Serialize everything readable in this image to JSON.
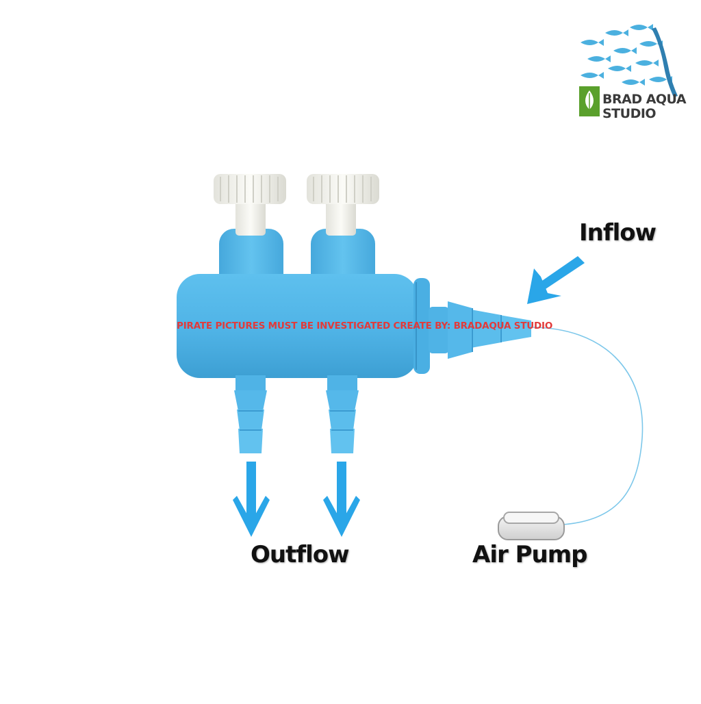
{
  "labels": {
    "inflow": "Inflow",
    "outflow": "Outflow",
    "air_pump": "Air Pump"
  },
  "watermark": "PIRATE PICTURES MUST BE INVESTIGATED CREATE BY:  BRADAQUA STUDIO",
  "brand": {
    "line1": "BRAD AQUA",
    "line2": "STUDIO"
  },
  "colors": {
    "body_blue": "#4fb3e6",
    "arrow_blue": "#2aa6e8",
    "knob_white": "#f1f1ec",
    "logo_green": "#5aa02c",
    "watermark_red": "#e23a3a"
  }
}
